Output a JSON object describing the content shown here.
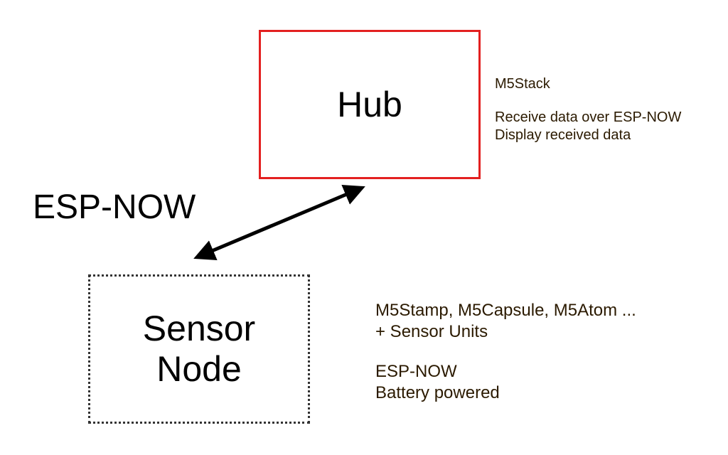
{
  "diagram": {
    "hub": {
      "title": "Hub",
      "border_color": "#e32020",
      "notes": {
        "device": "M5Stack",
        "feature_1": "Receive data over ESP-NOW",
        "feature_2": "Display received data"
      }
    },
    "sensor_node": {
      "title_line_1": "Sensor",
      "title_line_2": "Node",
      "border_style": "dotted",
      "notes": {
        "devices": "M5Stamp, M5Capsule, M5Atom ...",
        "addon": "+ Sensor Units",
        "protocol": "ESP-NOW",
        "power": "Battery powered"
      }
    },
    "link": {
      "label": "ESP-NOW",
      "direction": "bidirectional"
    }
  }
}
